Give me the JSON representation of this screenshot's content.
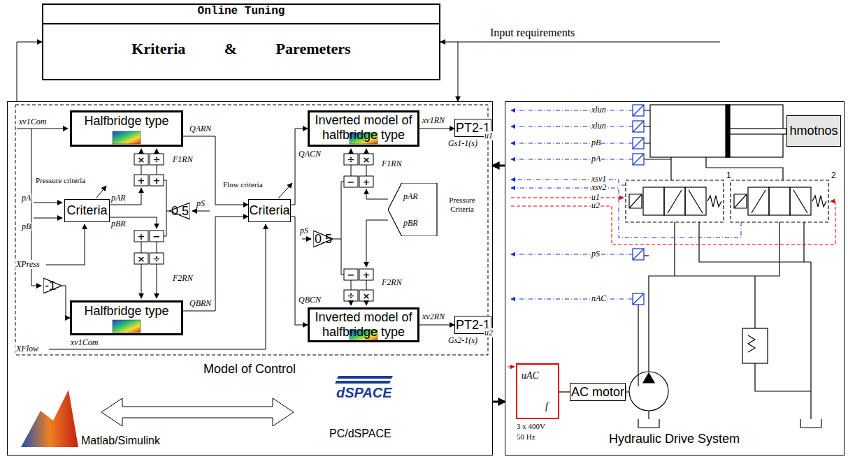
{
  "diagram": {
    "nodes": [
      {
        "text": [
          "Online Tuning",
          "Kriteria & Paremeters"
        ]
      },
      {
        "text": [
          "Model of Control"
        ]
      },
      {
        "text": [
          "Halfbridge type"
        ],
        "in": 1
      },
      {
        "text": [
          "Criteria"
        ],
        "in": 1
      },
      {
        "text": [
          "0.5"
        ],
        "in": 1
      },
      {
        "text": [
          "Criteria"
        ],
        "in": 1
      },
      {
        "text": [
          "-1"
        ],
        "in": 1
      },
      {
        "text": [
          "Halfbridge type"
        ],
        "in": 1
      },
      {
        "text": [
          "Inverted model of halfbridge type"
        ],
        "in": 1
      },
      {
        "text": [
          "0.5"
        ],
        "in": 1
      },
      {
        "text": [
          "pAR",
          "pBR",
          "Pressure Criteria"
        ],
        "in": 1
      },
      {
        "text": [
          "PT2-1"
        ],
        "in": 1
      },
      {
        "text": [
          "Inverted model of halfbridge type"
        ],
        "in": 1
      },
      {
        "text": [
          "PT2-1"
        ],
        "in": 1
      },
      {
        "text": [
          "Hydraulic Drive System"
        ]
      },
      {
        "text": [
          "hmotnos"
        ],
        "in": 14
      },
      {
        "text": [
          "uAC",
          "f"
        ],
        "in": 14
      },
      {
        "text": [
          "AC motor"
        ],
        "in": 14
      }
    ],
    "edges": [
      {
        "from": 1,
        "to": 0,
        "arrow": "to"
      },
      {
        "from": 0,
        "to": 1,
        "arrow": "both"
      },
      {
        "from": 14,
        "to": 1,
        "arrow": "to"
      },
      {
        "from": 1,
        "to": 14,
        "arrow": "to"
      },
      {
        "from": 2,
        "to": 5,
        "arrow": "to",
        "label": "QARN"
      },
      {
        "from": 7,
        "to": 5,
        "arrow": "to",
        "label": "QBRN"
      },
      {
        "from": 5,
        "to": 8,
        "arrow": "to",
        "label": "QACN"
      },
      {
        "from": 5,
        "to": 12,
        "arrow": "to",
        "label": "QBCN"
      },
      {
        "from": 8,
        "to": 11,
        "arrow": "to",
        "label": "xv1RN"
      },
      {
        "from": 12,
        "to": 13,
        "arrow": "to",
        "label": "xv2RN"
      },
      {
        "from": 6,
        "to": 7,
        "arrow": "to"
      }
    ],
    "labels": [
      "Input requirements",
      "xv1Com",
      "pA",
      "pB",
      "Pressure criteria",
      "XPress",
      "XFlow",
      "xv1Com",
      "F1RN",
      "F2RN",
      "pAR",
      "pBR",
      "pS",
      "Flow criteria",
      "×",
      "÷",
      "+",
      "+",
      "+",
      "−",
      "×",
      "÷",
      "pS",
      "÷",
      "×",
      "−",
      "+",
      "−",
      "+",
      "÷",
      "×",
      "F1RN",
      "F2RN",
      "Gs1-1(s)",
      "u1",
      "Gs2-1(s)",
      "u2",
      "Matlab/Simulink",
      "dSPACE",
      "PC/dSPACE",
      "xlun",
      "xlun",
      "pB",
      "pA",
      "xsv1",
      "xsv2",
      "u1",
      "u2",
      "pS",
      "nAC",
      "1",
      "2",
      "3 x 400V",
      "50 Hz"
    ]
  }
}
